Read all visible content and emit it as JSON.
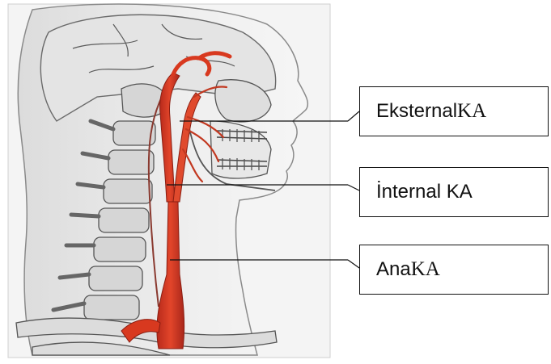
{
  "labels": {
    "external": {
      "prefix": "Eksternal ",
      "suffix": "KA"
    },
    "internal": {
      "prefix": "İnternal KA",
      "suffix": ""
    },
    "common": {
      "prefix": "Ana ",
      "suffix": "KA"
    }
  },
  "colors": {
    "artery": "#d8391f",
    "artery_dark": "#a8261a",
    "bone": "#d9d9d9",
    "skin": "#e9e9e9",
    "outline": "#4a4a4a"
  }
}
